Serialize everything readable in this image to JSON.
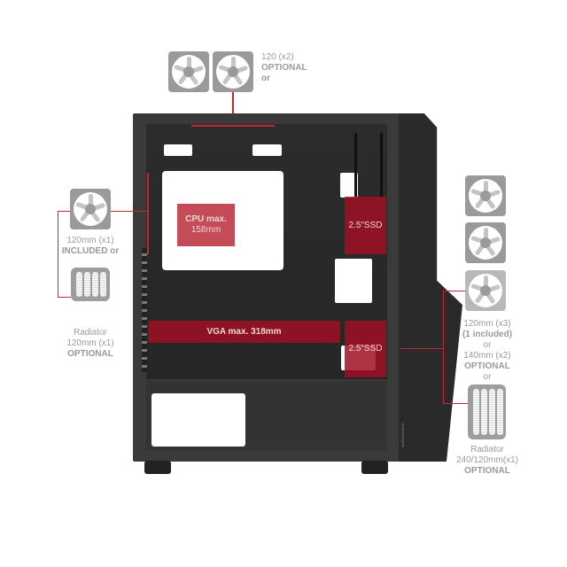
{
  "top_fans": {
    "line1": "120 (x2)",
    "line2": "OPTIONAL",
    "line3": "or"
  },
  "left_fan": {
    "line1": "120mm (x1)",
    "line2": "INCLUDED or"
  },
  "left_radiator": {
    "line1": "Radiator",
    "line2": "120mm (x1)",
    "line3": "OPTIONAL"
  },
  "front_fans": {
    "line1": "120mm (x3)",
    "line2": "(1 included)",
    "line3": "or",
    "line4": "140mm (x2)",
    "line5": "OPTIONAL",
    "line6": "or"
  },
  "front_radiator": {
    "line1": "Radiator",
    "line2": "240/120mm(x1)",
    "line3": "OPTIONAL"
  },
  "case": {
    "cpu_label": "CPU max.",
    "cpu_value": "158mm",
    "vga_label": "VGA max. 318mm",
    "ssd1": "2.5\"SSD",
    "ssd2": "2.5\"SSD",
    "brand": "MARSGAMING"
  },
  "colors": {
    "accent": "#c0283a",
    "icon_gray": "#9a9a9a",
    "case": "#2e2e2e"
  }
}
